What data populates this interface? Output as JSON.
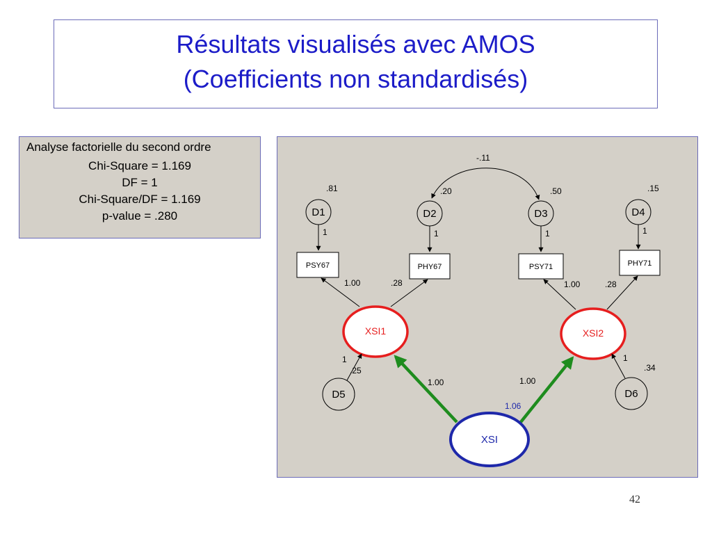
{
  "slide": {
    "title_line1": "Résultats visualisés avec AMOS",
    "title_line2": "(Coefficients non standardisés)",
    "page_number": "42"
  },
  "fit_summary": {
    "heading": "Analyse factorielle du second ordre",
    "chi_square": "Chi-Square = 1.169",
    "df": "DF = 1",
    "chi_square_df": "Chi-Square/DF = 1.169",
    "p_value": "p-value = .280"
  },
  "diagram": {
    "colors": {
      "first_order": "#e61e1e",
      "second_order": "#1e28aa",
      "path": "#1e8c1e",
      "blue_label": "#1e28aa"
    },
    "errors": {
      "d1": {
        "label": "D1",
        "variance": ".81"
      },
      "d2": {
        "label": "D2",
        "variance": ".20"
      },
      "d3": {
        "label": "D3",
        "variance": ".50"
      },
      "d4": {
        "label": "D4",
        "variance": ".15"
      },
      "d5": {
        "label": "D5",
        "variance": ".25"
      },
      "d6": {
        "label": "D6",
        "variance": ".34"
      }
    },
    "indicators": {
      "psy67": "PSY67",
      "phy67": "PHY67",
      "psy71": "PSY71",
      "phy71": "PHY71"
    },
    "factors": {
      "xsi1": "XSI1",
      "xsi2": "XSI2",
      "xsi": "XSI",
      "xsi_variance": "1.06"
    },
    "covariance_d2_d3": "-.11",
    "error_weights": {
      "d1": "1",
      "d2": "1",
      "d3": "1",
      "d4": "1",
      "d5": "1",
      "d6": "1"
    },
    "loadings": {
      "xsi1_psy67": "1.00",
      "xsi1_phy67": ".28",
      "xsi2_psy71": "1.00",
      "xsi2_phy71": ".28",
      "xsi_xsi1": "1.00",
      "xsi_xsi2": "1.00"
    }
  }
}
